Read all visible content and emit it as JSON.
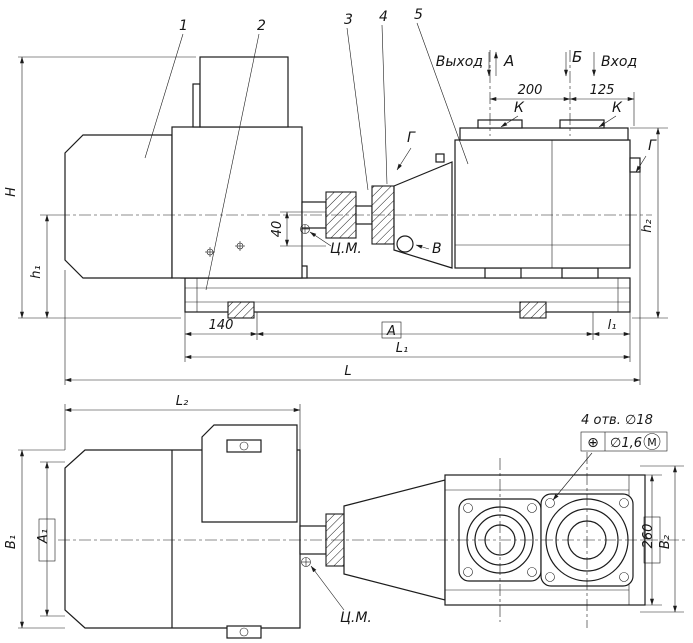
{
  "colors": {
    "ink": "#1c1c1c",
    "paper": "#ffffff"
  },
  "callouts": {
    "n1": "1",
    "n2": "2",
    "n3": "3",
    "n4": "4",
    "n5": "5"
  },
  "flow": {
    "outlet": "Выход",
    "inlet": "Вход"
  },
  "sections": {
    "a": "А",
    "b": "Б",
    "v": "В",
    "g": "Г",
    "k": "К"
  },
  "marks": {
    "cm": "Ц.М."
  },
  "dims": {
    "d200": "200",
    "d125": "125",
    "H": "H",
    "h1": "h₁",
    "h2": "h₂",
    "d40": "40",
    "d140": "140",
    "A_ref": "А",
    "l1": "l₁",
    "L1": "L₁",
    "L": "L",
    "L2": "L₂",
    "B1": "B₁",
    "A1": "A₁",
    "B2": "B₂",
    "d260": "260"
  },
  "notes": {
    "holes": "4 отв. ∅18",
    "tol_symbol": "⊕",
    "tol_value": "∅1,6",
    "tol_modifier": "М"
  }
}
